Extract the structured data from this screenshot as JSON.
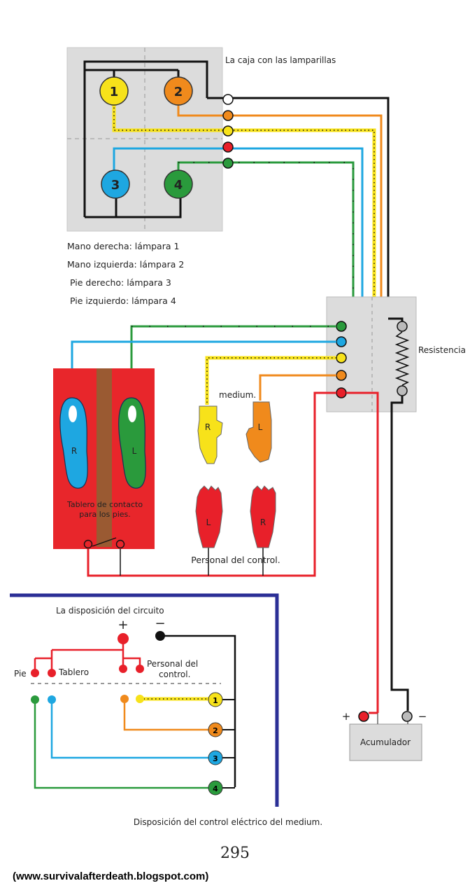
{
  "lamp_box": {
    "title": "La caja   con las lamparillas",
    "lamps": [
      "1",
      "2",
      "3",
      "4"
    ]
  },
  "legend": [
    "Mano  derecha:  lámpara  1",
    "Mano  izquierda:  lámpara  2",
    "Pie  derecho:  lámpara  3",
    "Pie  izquierdo:  lámpara  4"
  ],
  "resistance_label": "Resistencia",
  "foot_board": {
    "right_letter": "R",
    "left_letter": "L",
    "caption_line1": "Tablero  de  contacto",
    "caption_line2": "para  los  pies."
  },
  "medium": {
    "label": "medium.",
    "right_letter": "R",
    "left_letter": "L"
  },
  "control": {
    "left_letter": "L",
    "right_letter": "R",
    "label": "Personal  del  control."
  },
  "circuit": {
    "title": "La  disposición  del  circuito",
    "plus": "+",
    "minus": "−",
    "pie": "Pie",
    "tablero": "Tablero",
    "personal_line1": "Personal  del",
    "personal_line2": "control.",
    "lamps": [
      "1",
      "2",
      "3",
      "4"
    ]
  },
  "battery": {
    "label": "Acumulador",
    "plus": "+",
    "minus": "−"
  },
  "caption": "Disposición  del  control  eléctrico  del  medium.",
  "page_number": "295",
  "source": "(www.survivalafterdeath.blogspot.com)",
  "colors": {
    "yellow": "#f7e21a",
    "orange": "#f08a1c",
    "blue": "#1ea7e1",
    "green": "#2a9a3c",
    "red": "#e8202a",
    "panel_gray": "#dcdcdc",
    "board_red": "#e8262b",
    "board_brown": "#9a5a32",
    "navy": "#2b2f96"
  }
}
